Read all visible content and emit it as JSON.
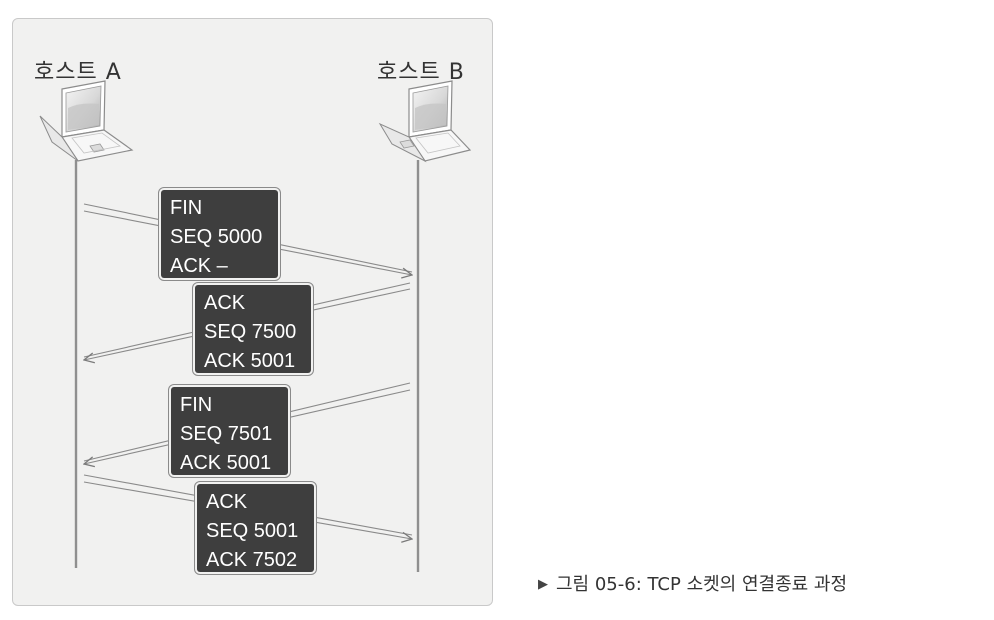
{
  "hosts": {
    "a": "호스트  A",
    "b": "호스트  B"
  },
  "messages": [
    {
      "lines": [
        "FIN",
        "SEQ 5000",
        "ACK   –"
      ],
      "direction": "A to B"
    },
    {
      "lines": [
        "ACK",
        "SEQ 7500",
        "ACK 5001"
      ],
      "direction": "B to A"
    },
    {
      "lines": [
        "FIN",
        "SEQ 7501",
        "ACK 5001"
      ],
      "direction": "B to A"
    },
    {
      "lines": [
        "ACK",
        "SEQ 5001",
        "ACK 7502"
      ],
      "direction": "A to B"
    }
  ],
  "caption": {
    "marker": "▶",
    "text": "그림 05-6: TCP 소켓의 연결종료 과정"
  }
}
